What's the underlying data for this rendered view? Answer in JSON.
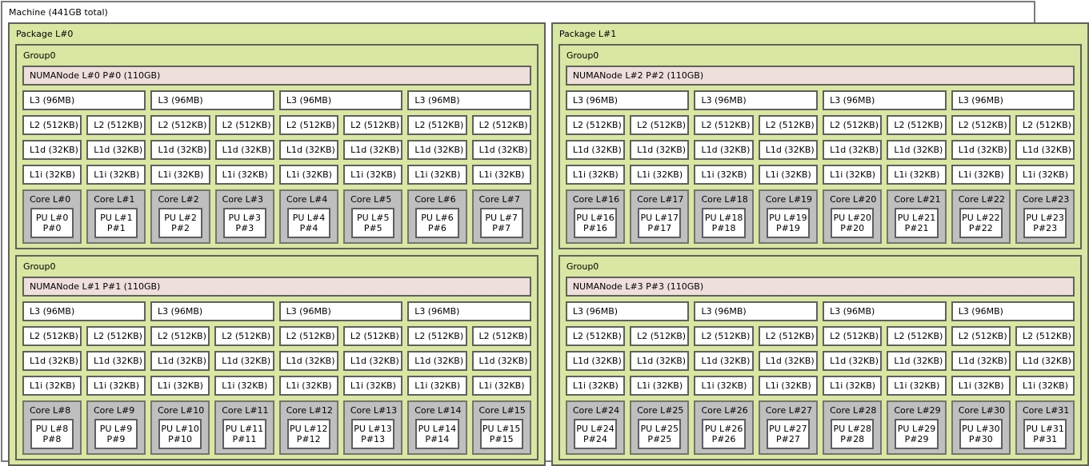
{
  "machine": {
    "label": "Machine (441GB total)"
  },
  "colors": {
    "container_green": "#d8e7a2",
    "green_border": "#61615c",
    "numanode_pink": "#eedfdc",
    "core_gray": "#bfbfbf",
    "core_border": "#757570",
    "box_white": "#ffffff",
    "box_border": "#5f5f5f",
    "machine_border": "#7b7b7b",
    "text": "#000000"
  },
  "packages": [
    {
      "label": "Package L#0",
      "groups": [
        {
          "label": "Group0",
          "numanode_label": "NUMANode L#0 P#0 (110GB)",
          "l3_labels": [
            "L3 (96MB)",
            "L3 (96MB)",
            "L3 (96MB)",
            "L3 (96MB)"
          ],
          "columns": [
            {
              "l2": "L2 (512KB)",
              "l1d": "L1d (32KB)",
              "l1i": "L1i (32KB)",
              "core": "Core L#0",
              "pu": "PU L#0",
              "p": "P#0"
            },
            {
              "l2": "L2 (512KB)",
              "l1d": "L1d (32KB)",
              "l1i": "L1i (32KB)",
              "core": "Core L#1",
              "pu": "PU L#1",
              "p": "P#1"
            },
            {
              "l2": "L2 (512KB)",
              "l1d": "L1d (32KB)",
              "l1i": "L1i (32KB)",
              "core": "Core L#2",
              "pu": "PU L#2",
              "p": "P#2"
            },
            {
              "l2": "L2 (512KB)",
              "l1d": "L1d (32KB)",
              "l1i": "L1i (32KB)",
              "core": "Core L#3",
              "pu": "PU L#3",
              "p": "P#3"
            },
            {
              "l2": "L2 (512KB)",
              "l1d": "L1d (32KB)",
              "l1i": "L1i (32KB)",
              "core": "Core L#4",
              "pu": "PU L#4",
              "p": "P#4"
            },
            {
              "l2": "L2 (512KB)",
              "l1d": "L1d (32KB)",
              "l1i": "L1i (32KB)",
              "core": "Core L#5",
              "pu": "PU L#5",
              "p": "P#5"
            },
            {
              "l2": "L2 (512KB)",
              "l1d": "L1d (32KB)",
              "l1i": "L1i (32KB)",
              "core": "Core L#6",
              "pu": "PU L#6",
              "p": "P#6"
            },
            {
              "l2": "L2 (512KB)",
              "l1d": "L1d (32KB)",
              "l1i": "L1i (32KB)",
              "core": "Core L#7",
              "pu": "PU L#7",
              "p": "P#7"
            }
          ]
        },
        {
          "label": "Group0",
          "numanode_label": "NUMANode L#1 P#1 (110GB)",
          "l3_labels": [
            "L3 (96MB)",
            "L3 (96MB)",
            "L3 (96MB)",
            "L3 (96MB)"
          ],
          "columns": [
            {
              "l2": "L2 (512KB)",
              "l1d": "L1d (32KB)",
              "l1i": "L1i (32KB)",
              "core": "Core L#8",
              "pu": "PU L#8",
              "p": "P#8"
            },
            {
              "l2": "L2 (512KB)",
              "l1d": "L1d (32KB)",
              "l1i": "L1i (32KB)",
              "core": "Core L#9",
              "pu": "PU L#9",
              "p": "P#9"
            },
            {
              "l2": "L2 (512KB)",
              "l1d": "L1d (32KB)",
              "l1i": "L1i (32KB)",
              "core": "Core L#10",
              "pu": "PU L#10",
              "p": "P#10"
            },
            {
              "l2": "L2 (512KB)",
              "l1d": "L1d (32KB)",
              "l1i": "L1i (32KB)",
              "core": "Core L#11",
              "pu": "PU L#11",
              "p": "P#11"
            },
            {
              "l2": "L2 (512KB)",
              "l1d": "L1d (32KB)",
              "l1i": "L1i (32KB)",
              "core": "Core L#12",
              "pu": "PU L#12",
              "p": "P#12"
            },
            {
              "l2": "L2 (512KB)",
              "l1d": "L1d (32KB)",
              "l1i": "L1i (32KB)",
              "core": "Core L#13",
              "pu": "PU L#13",
              "p": "P#13"
            },
            {
              "l2": "L2 (512KB)",
              "l1d": "L1d (32KB)",
              "l1i": "L1i (32KB)",
              "core": "Core L#14",
              "pu": "PU L#14",
              "p": "P#14"
            },
            {
              "l2": "L2 (512KB)",
              "l1d": "L1d (32KB)",
              "l1i": "L1i (32KB)",
              "core": "Core L#15",
              "pu": "PU L#15",
              "p": "P#15"
            }
          ]
        }
      ]
    },
    {
      "label": "Package L#1",
      "groups": [
        {
          "label": "Group0",
          "numanode_label": "NUMANode L#2 P#2 (110GB)",
          "l3_labels": [
            "L3 (96MB)",
            "L3 (96MB)",
            "L3 (96MB)",
            "L3 (96MB)"
          ],
          "columns": [
            {
              "l2": "L2 (512KB)",
              "l1d": "L1d (32KB)",
              "l1i": "L1i (32KB)",
              "core": "Core L#16",
              "pu": "PU L#16",
              "p": "P#16"
            },
            {
              "l2": "L2 (512KB)",
              "l1d": "L1d (32KB)",
              "l1i": "L1i (32KB)",
              "core": "Core L#17",
              "pu": "PU L#17",
              "p": "P#17"
            },
            {
              "l2": "L2 (512KB)",
              "l1d": "L1d (32KB)",
              "l1i": "L1i (32KB)",
              "core": "Core L#18",
              "pu": "PU L#18",
              "p": "P#18"
            },
            {
              "l2": "L2 (512KB)",
              "l1d": "L1d (32KB)",
              "l1i": "L1i (32KB)",
              "core": "Core L#19",
              "pu": "PU L#19",
              "p": "P#19"
            },
            {
              "l2": "L2 (512KB)",
              "l1d": "L1d (32KB)",
              "l1i": "L1i (32KB)",
              "core": "Core L#20",
              "pu": "PU L#20",
              "p": "P#20"
            },
            {
              "l2": "L2 (512KB)",
              "l1d": "L1d (32KB)",
              "l1i": "L1i (32KB)",
              "core": "Core L#21",
              "pu": "PU L#21",
              "p": "P#21"
            },
            {
              "l2": "L2 (512KB)",
              "l1d": "L1d (32KB)",
              "l1i": "L1i (32KB)",
              "core": "Core L#22",
              "pu": "PU L#22",
              "p": "P#22"
            },
            {
              "l2": "L2 (512KB)",
              "l1d": "L1d (32KB)",
              "l1i": "L1i (32KB)",
              "core": "Core L#23",
              "pu": "PU L#23",
              "p": "P#23"
            }
          ]
        },
        {
          "label": "Group0",
          "numanode_label": "NUMANode L#3 P#3 (110GB)",
          "l3_labels": [
            "L3 (96MB)",
            "L3 (96MB)",
            "L3 (96MB)",
            "L3 (96MB)"
          ],
          "columns": [
            {
              "l2": "L2 (512KB)",
              "l1d": "L1d (32KB)",
              "l1i": "L1i (32KB)",
              "core": "Core L#24",
              "pu": "PU L#24",
              "p": "P#24"
            },
            {
              "l2": "L2 (512KB)",
              "l1d": "L1d (32KB)",
              "l1i": "L1i (32KB)",
              "core": "Core L#25",
              "pu": "PU L#25",
              "p": "P#25"
            },
            {
              "l2": "L2 (512KB)",
              "l1d": "L1d (32KB)",
              "l1i": "L1i (32KB)",
              "core": "Core L#26",
              "pu": "PU L#26",
              "p": "P#26"
            },
            {
              "l2": "L2 (512KB)",
              "l1d": "L1d (32KB)",
              "l1i": "L1i (32KB)",
              "core": "Core L#27",
              "pu": "PU L#27",
              "p": "P#27"
            },
            {
              "l2": "L2 (512KB)",
              "l1d": "L1d (32KB)",
              "l1i": "L1i (32KB)",
              "core": "Core L#28",
              "pu": "PU L#28",
              "p": "P#28"
            },
            {
              "l2": "L2 (512KB)",
              "l1d": "L1d (32KB)",
              "l1i": "L1i (32KB)",
              "core": "Core L#29",
              "pu": "PU L#29",
              "p": "P#29"
            },
            {
              "l2": "L2 (512KB)",
              "l1d": "L1d (32KB)",
              "l1i": "L1i (32KB)",
              "core": "Core L#30",
              "pu": "PU L#30",
              "p": "P#30"
            },
            {
              "l2": "L2 (512KB)",
              "l1d": "L1d (32KB)",
              "l1i": "L1i (32KB)",
              "core": "Core L#31",
              "pu": "PU L#31",
              "p": "P#31"
            }
          ]
        }
      ]
    }
  ]
}
